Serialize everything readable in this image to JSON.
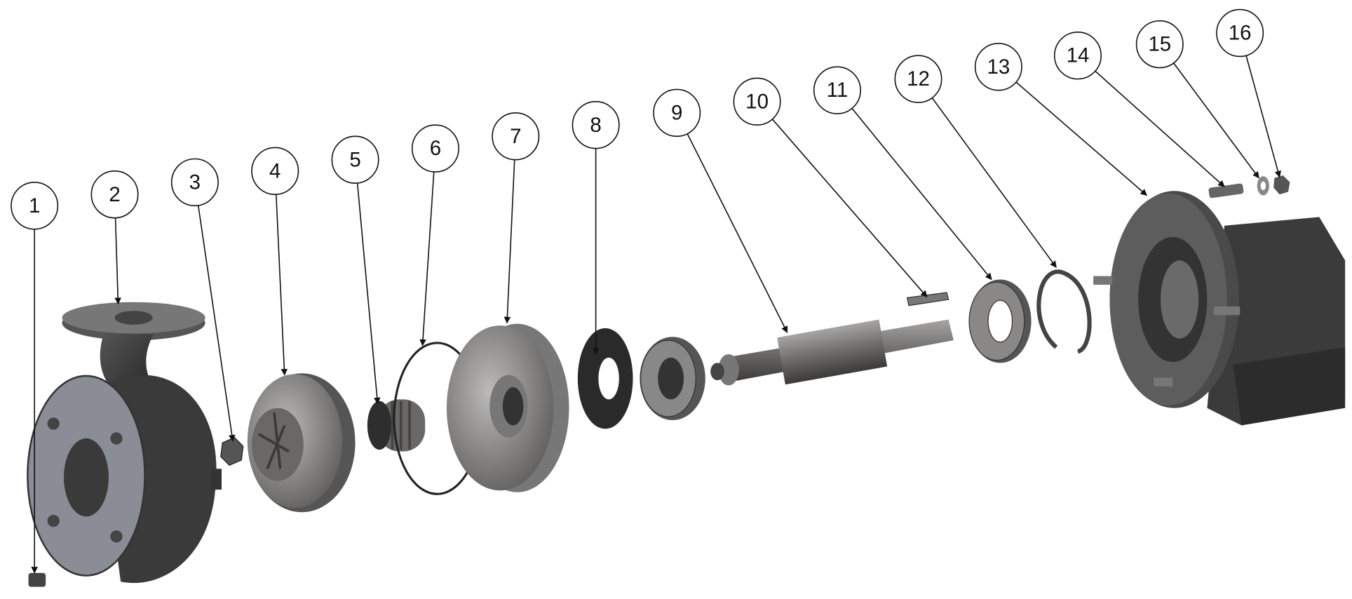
{
  "diagram": {
    "type": "exploded-assembly",
    "balloons": [
      "1",
      "2",
      "3",
      "4",
      "5",
      "6",
      "7",
      "8",
      "9",
      "10",
      "11",
      "12",
      "13",
      "14",
      "15",
      "16"
    ]
  },
  "colors": {
    "part_dark": "#3a3a3a",
    "part_mid": "#6e6c6a",
    "part_light": "#a9a7a5",
    "flange_face": "#8a8c96",
    "line": "#111111"
  }
}
